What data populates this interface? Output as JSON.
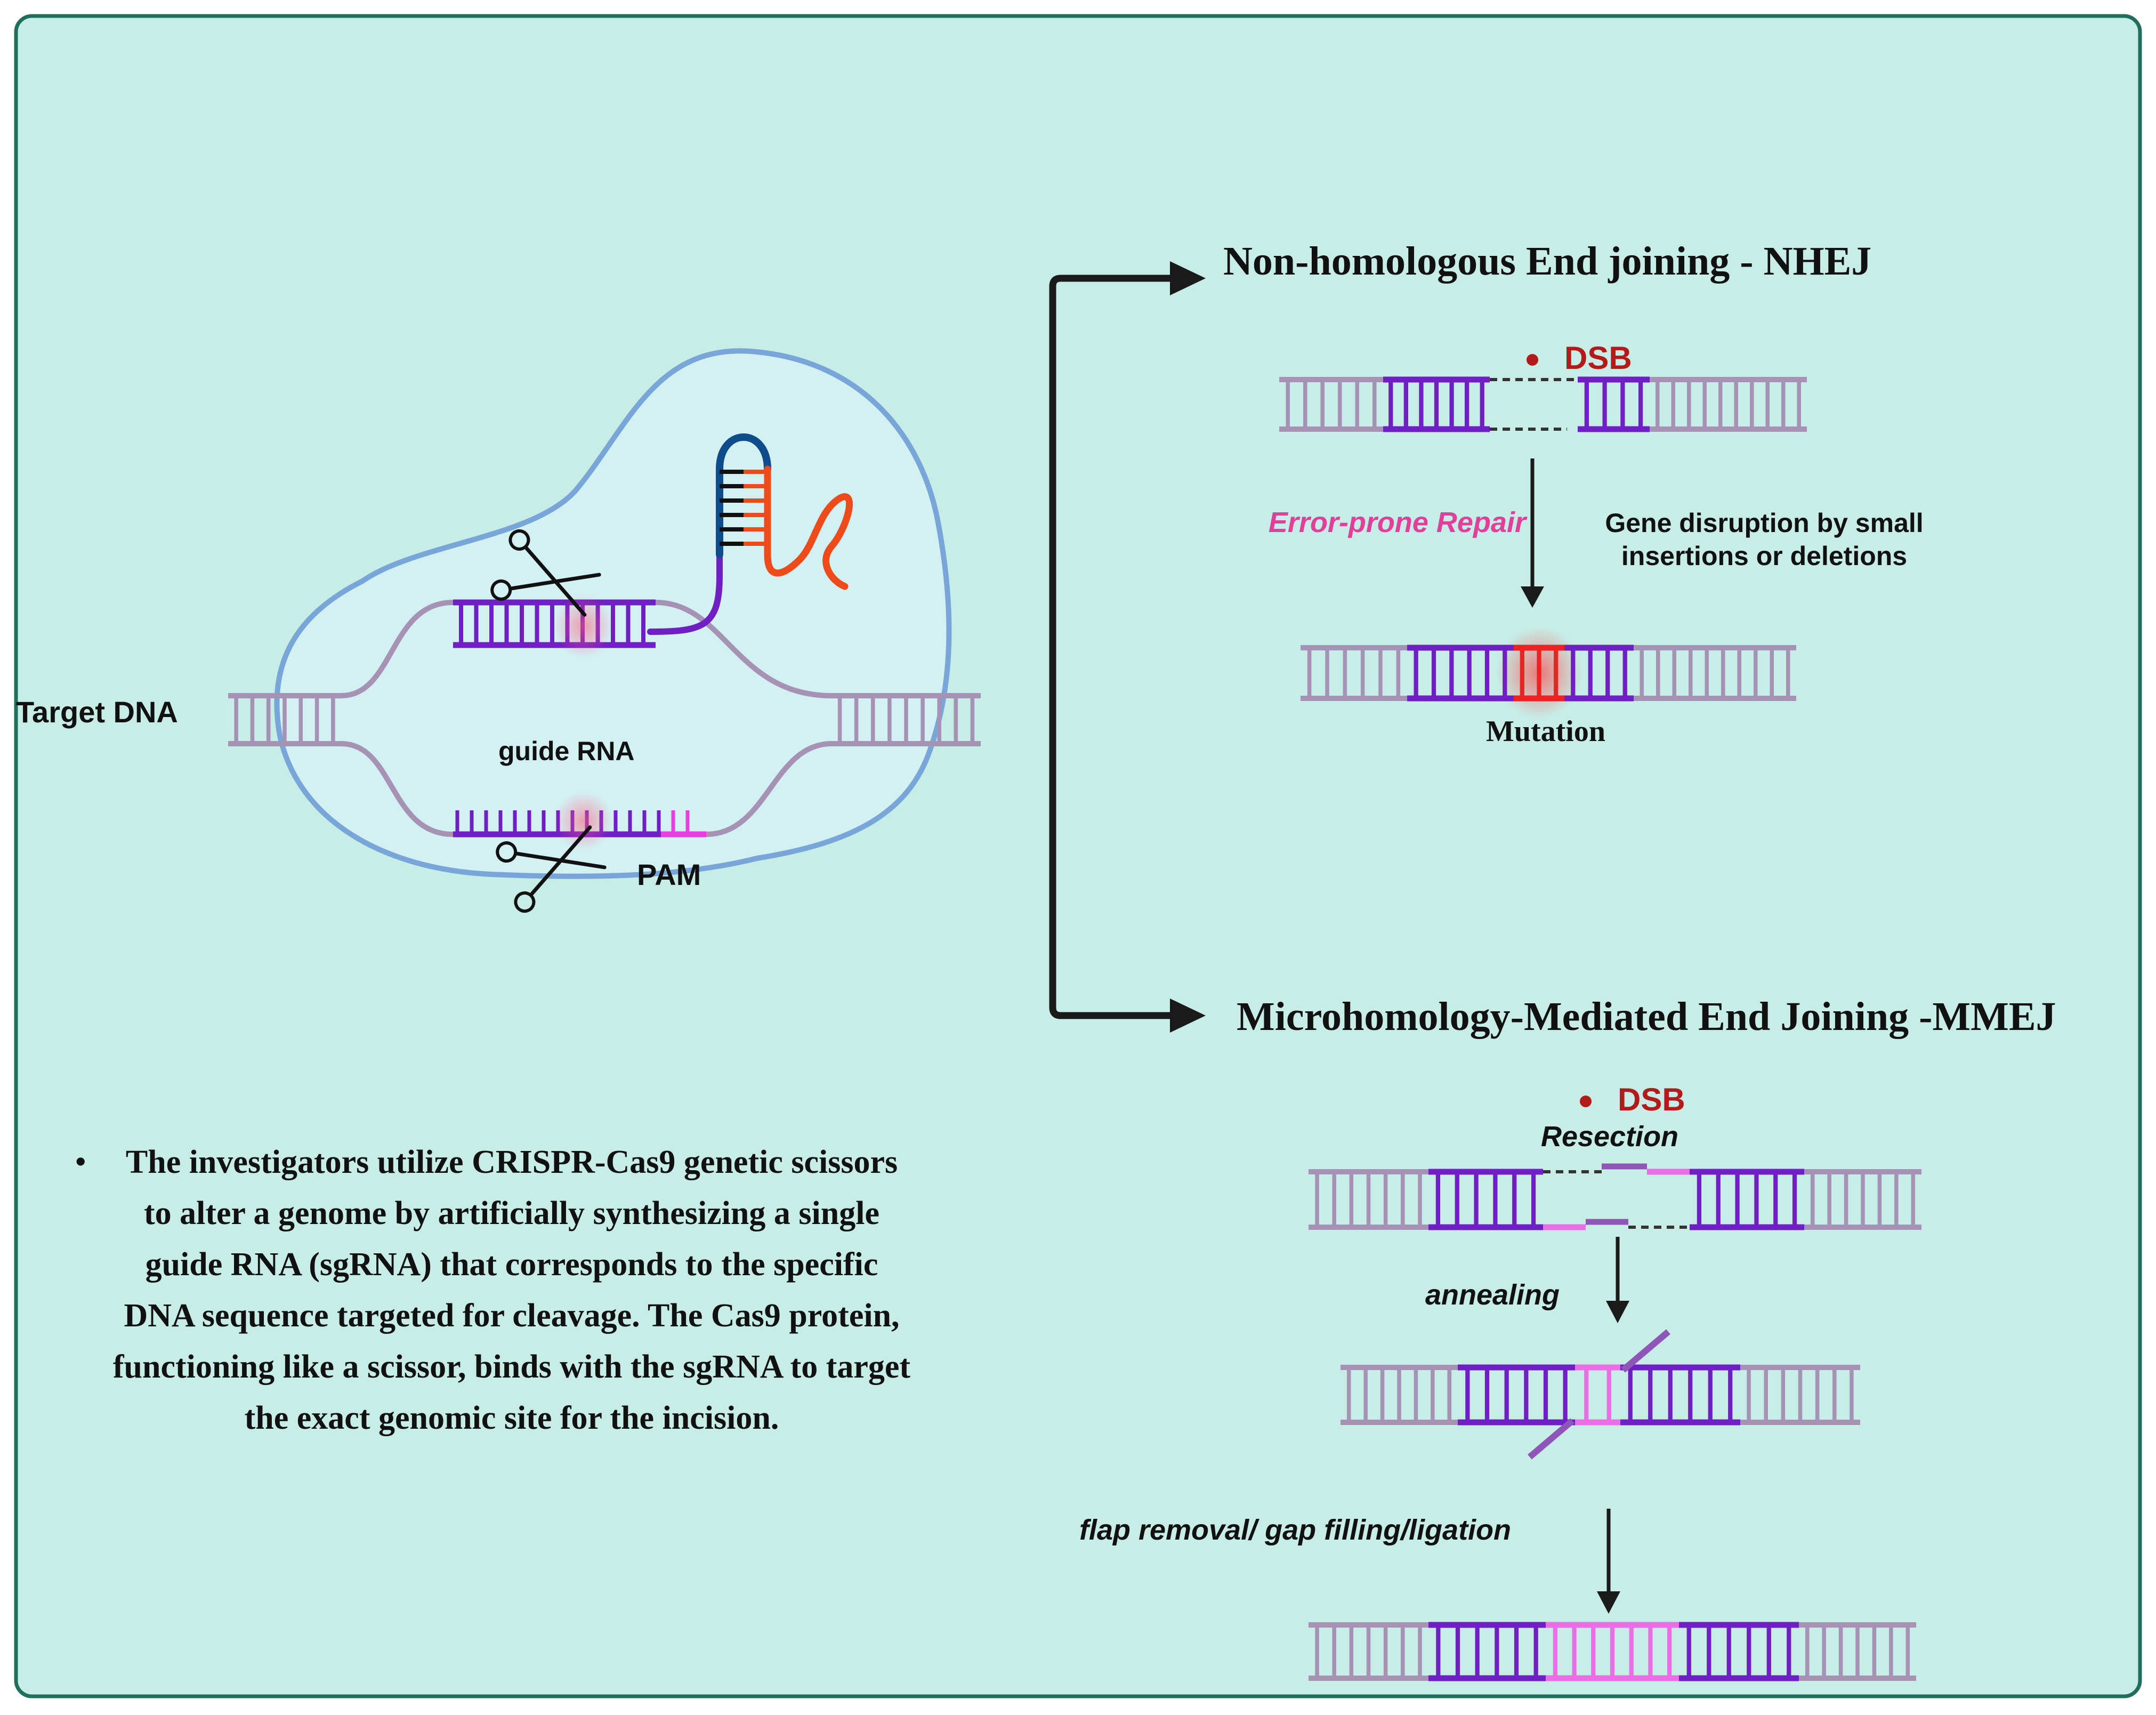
{
  "labels": {
    "target_dna": "Target DNA",
    "guide_rna": "guide RNA",
    "pam": "PAM",
    "nhej_title": "Non-homologous End joining - NHEJ",
    "nhej_dsb": "DSB",
    "error_prone": "Error-prone Repair",
    "gene_disruption_line1": "Gene disruption by small",
    "gene_disruption_line2": "insertions or deletions",
    "mutation": "Mutation",
    "mmej_title": "Microhomology-Mediated End Joining -MMEJ",
    "mmej_dsb": "DSB",
    "resection": "Resection",
    "annealing": "annealing",
    "flap_removal": "flap removal/ gap filling/ligation"
  },
  "description": {
    "bullet": "•",
    "lines": [
      "The investigators utilize CRISPR-Cas9 genetic scissors",
      "to alter a genome by artificially synthesizing a single",
      "guide RNA (sgRNA) that corresponds to the specific",
      "DNA sequence targeted for cleavage. The Cas9 protein,",
      "functioning like a scissor, binds with the sgRNA to target",
      "the exact genomic site for the incision."
    ]
  },
  "colors": {
    "background": "#c8ece6",
    "border": "#1f6f5c",
    "cell_fill": "#d3f0f3",
    "cell_stroke": "#78a6d8",
    "dna_gray": "#a592b4",
    "dna_purple": "#6f1fc4",
    "pam_pink": "#ea3fe0",
    "micro_pink": "#ea6fe6",
    "hairpin_blue": "#0f4c8c",
    "rna_orange": "#ef4a1a",
    "dsb_red": "#b31b1b",
    "error_pink": "#e0409a",
    "mutation_red": "#ee2222",
    "arrow": "#1a1a1a"
  },
  "icons": [
    "scissors-icon",
    "arrow-icon"
  ]
}
